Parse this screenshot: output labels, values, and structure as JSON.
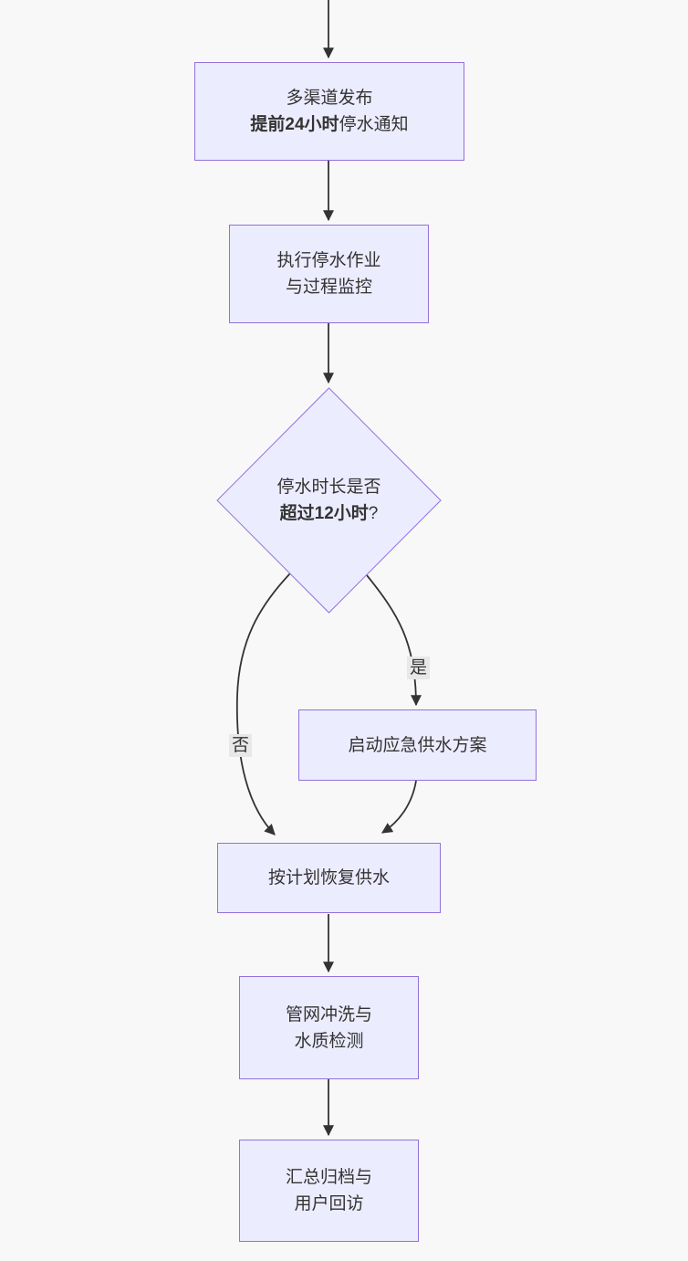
{
  "diagram": {
    "colors": {
      "background": "#f8f8f8",
      "node_fill": "#ECECFF",
      "node_border": "#9370DB",
      "edge_color": "#333333",
      "text": "#333333",
      "edge_label_bg": "#e8e8e8"
    },
    "nodes": {
      "notice": {
        "line1": "多渠道发布",
        "line2_bold": "提前24小时",
        "line2_rest": "停水通知"
      },
      "execute": {
        "line1": "执行停水作业",
        "line2": "与过程监控"
      },
      "decision": {
        "line1": "停水时长是否",
        "line2_bold": "超过12小时",
        "line2_rest": "?"
      },
      "emergency": {
        "label": "启动应急供水方案"
      },
      "resume": {
        "label": "按计划恢复供水"
      },
      "flush": {
        "line1": "管网冲洗与",
        "line2": "水质检测"
      },
      "archive": {
        "line1": "汇总归档与",
        "line2": "用户回访"
      }
    },
    "edge_labels": {
      "yes": "是",
      "no": "否"
    }
  }
}
